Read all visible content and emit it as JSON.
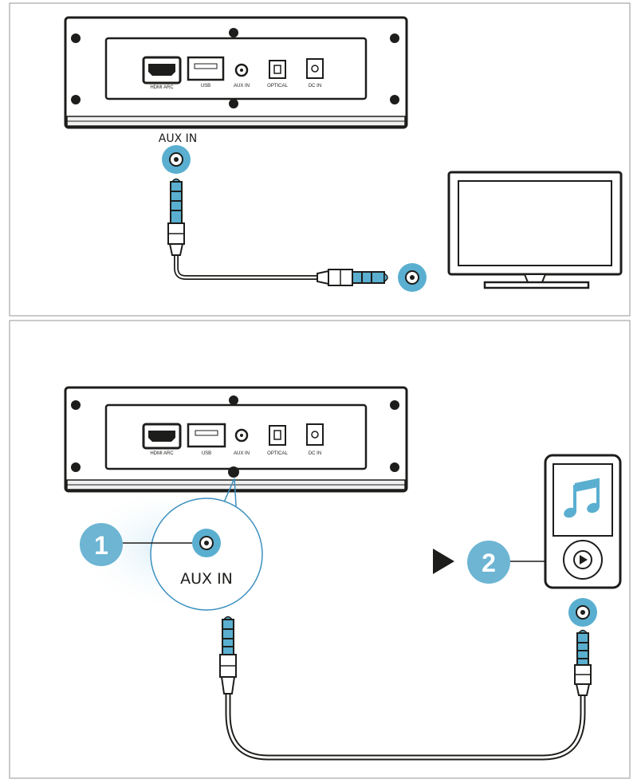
{
  "panel_top": {
    "ports": [
      "HDMI ARC",
      "USB",
      "AUX IN",
      "OPTICAL",
      "DC IN"
    ],
    "aux_label": "AUX IN"
  },
  "panel_bottom": {
    "ports": [
      "HDMI ARC",
      "USB",
      "AUX IN",
      "OPTICAL",
      "DC IN"
    ],
    "aux_label": "AUX IN",
    "step1": "1",
    "step2": "2"
  },
  "colors": {
    "jack_blue": "#5aafd0",
    "step_circle": "#6db5d3",
    "line_blue": "#3a8fbf",
    "outline": "#1d1d1b",
    "highlight_glow": "#dff0f8"
  }
}
